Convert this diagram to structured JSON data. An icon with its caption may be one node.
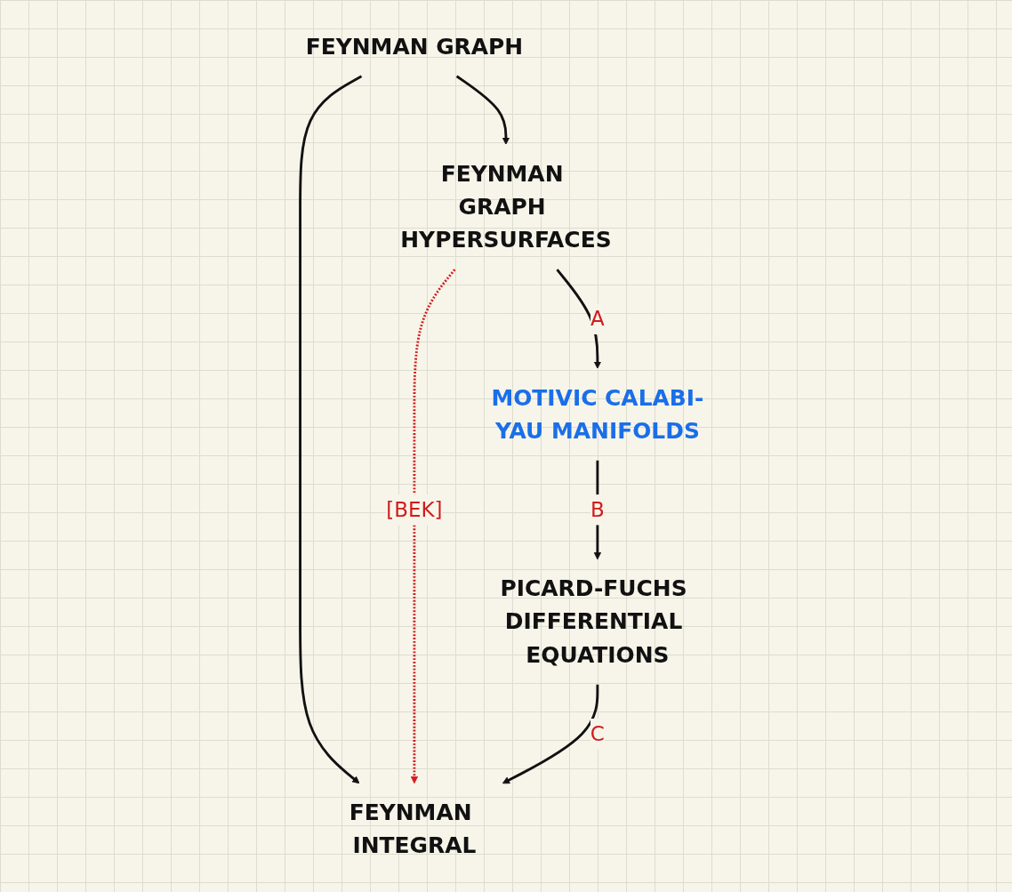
{
  "diagram": {
    "nodes": [
      {
        "text": [
          "FEYNMAN GRAPH"
        ]
      },
      {
        "text": [
          "FEYNMAN INTEGRAL"
        ]
      },
      {
        "text": [
          "FEYNMAN GRAPH HYPERSURFACES"
        ]
      },
      {
        "text": [
          "PICARD-FUCHS DIFFERENTIAL EQUATIONS"
        ]
      },
      {
        "text": [
          "MOTIVIC CALABI-YAU MANIFOLDS"
        ]
      }
    ],
    "edges": [
      {
        "from": 0,
        "to": 1,
        "arrow": "to"
      },
      {
        "from": 0,
        "to": 2,
        "arrow": "to"
      },
      {
        "from": 2,
        "to": 1,
        "arrow": "to",
        "label": "[BEK]",
        "style": "dashed",
        "color": "#d01c1c"
      },
      {
        "from": 2,
        "to": 4,
        "arrow": "to",
        "label": "A"
      },
      {
        "from": 4,
        "to": 3,
        "arrow": "to",
        "label": "B"
      },
      {
        "from": 3,
        "to": 1,
        "arrow": "to",
        "label": "C"
      }
    ]
  }
}
